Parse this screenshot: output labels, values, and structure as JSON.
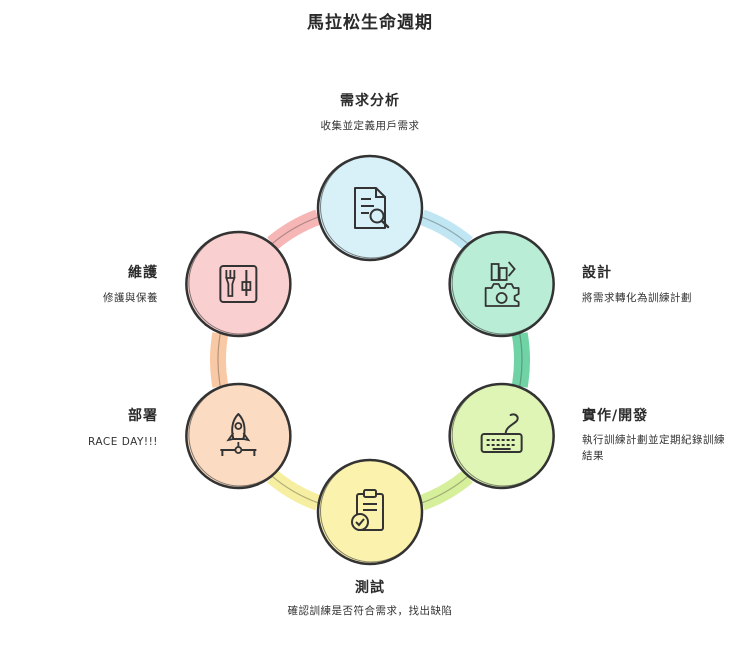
{
  "title": "馬拉松生命週期",
  "stages": [
    {
      "id": "analysis",
      "label": "需求分析",
      "desc": "收集並定義用戶需求",
      "color": "#d8f1f8",
      "icon": "document-search-icon"
    },
    {
      "id": "design",
      "label": "設計",
      "desc": "將需求轉化為訓練計劃",
      "color": "#b9edd5",
      "icon": "gear-design-icon"
    },
    {
      "id": "implementation",
      "label": "實作/開發",
      "desc": "執行訓練計劃並定期紀錄訓練結果",
      "color": "#dff5b5",
      "icon": "keyboard-icon"
    },
    {
      "id": "testing",
      "label": "測試",
      "desc": "確認訓練是否符合需求，找出缺陷",
      "color": "#fbf2ad",
      "icon": "clipboard-check-icon"
    },
    {
      "id": "deployment",
      "label": "部署",
      "desc": "RACE DAY!!!",
      "color": "#fbdcc3",
      "icon": "rocket-icon"
    },
    {
      "id": "maintenance",
      "label": "維護",
      "desc": "修護與保養",
      "color": "#f9cfcf",
      "icon": "tools-icon"
    }
  ],
  "arrow_colors": {
    "analysis_to_design": "#bfe6f2",
    "design_to_implementation": "#6fd3a6",
    "implementation_to_testing": "#d6ef9a",
    "testing_to_deployment": "#f6eea0",
    "deployment_to_maintenance": "#f8c9a4",
    "maintenance_to_analysis": "#f6b6b6"
  }
}
